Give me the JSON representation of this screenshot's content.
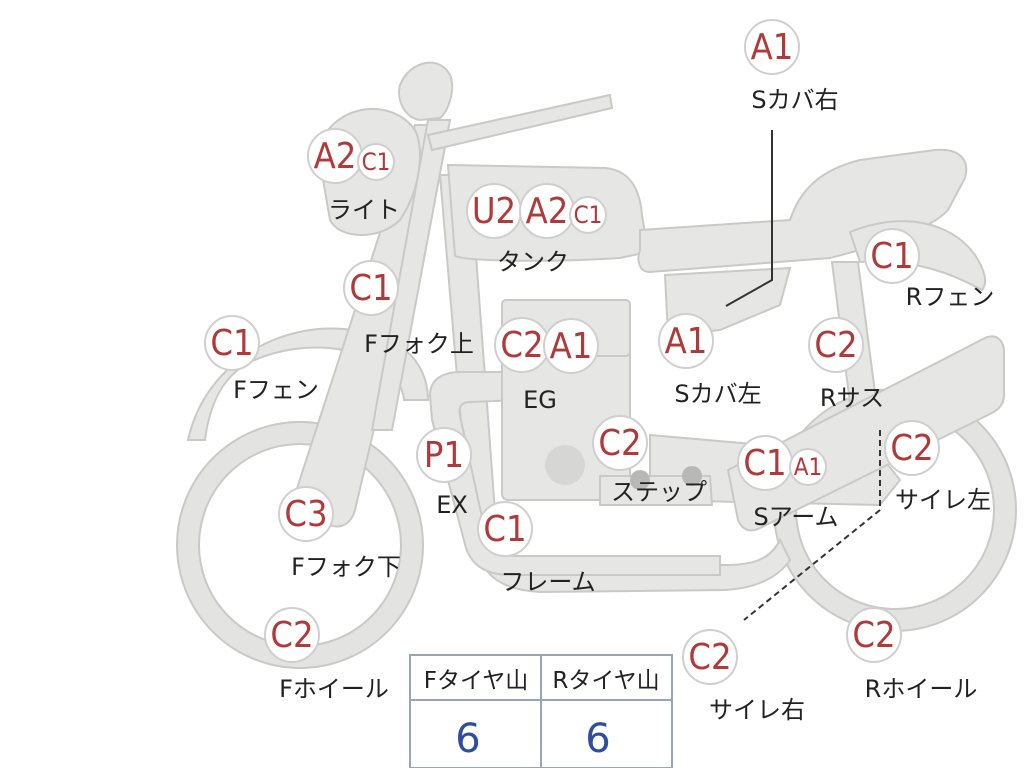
{
  "parts": [
    {
      "id": "s-cover-right",
      "label": "Sカバ右",
      "grades": [
        "A1"
      ]
    },
    {
      "id": "light",
      "label": "ライト",
      "grades": [
        "A2",
        "C1"
      ]
    },
    {
      "id": "tank",
      "label": "タンク",
      "grades": [
        "U2",
        "A2",
        "C1"
      ]
    },
    {
      "id": "f-fork-upper",
      "label": "Fフォク上",
      "grades": [
        "C1"
      ]
    },
    {
      "id": "r-fender",
      "label": "Rフェン",
      "grades": [
        "C1"
      ]
    },
    {
      "id": "f-fender",
      "label": "Fフェン",
      "grades": [
        "C1"
      ]
    },
    {
      "id": "engine",
      "label": "EG",
      "grades": [
        "C2",
        "A1"
      ]
    },
    {
      "id": "s-cover-left",
      "label": "Sカバ左",
      "grades": [
        "A1"
      ]
    },
    {
      "id": "r-suspension",
      "label": "Rサス",
      "grades": [
        "C2"
      ]
    },
    {
      "id": "exhaust",
      "label": "EX",
      "grades": [
        "P1"
      ]
    },
    {
      "id": "step",
      "label": "ステップ",
      "grades": [
        "C2"
      ]
    },
    {
      "id": "swing-arm",
      "label": "Sアーム",
      "grades": [
        "C1",
        "A1"
      ]
    },
    {
      "id": "muffler-left",
      "label": "サイレ左",
      "grades": [
        "C2"
      ]
    },
    {
      "id": "f-fork-lower",
      "label": "Fフォク下",
      "grades": [
        "C3"
      ]
    },
    {
      "id": "frame",
      "label": "フレーム",
      "grades": [
        "C1"
      ]
    },
    {
      "id": "f-wheel",
      "label": "Fホイール",
      "grades": [
        "C2"
      ]
    },
    {
      "id": "muffler-right",
      "label": "サイレ右",
      "grades": [
        "C2"
      ]
    },
    {
      "id": "r-wheel",
      "label": "Rホイール",
      "grades": [
        "C2"
      ]
    }
  ],
  "tire_table": {
    "front_header": "Fタイヤ山",
    "rear_header": "Rタイヤ山",
    "front_value": "6",
    "rear_value": "6"
  }
}
